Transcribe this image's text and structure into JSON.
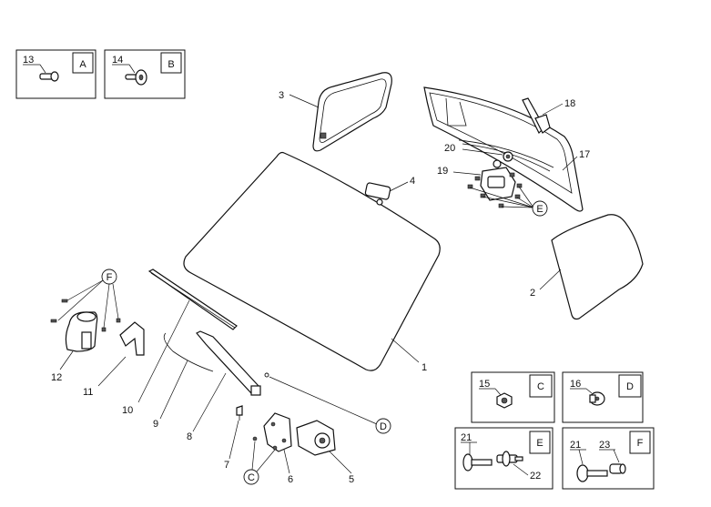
{
  "callouts": {
    "n1": "1",
    "n2": "2",
    "n3": "3",
    "n4": "4",
    "n5": "5",
    "n6": "6",
    "n7": "7",
    "n8": "8",
    "n9": "9",
    "n10": "10",
    "n11": "11",
    "n12": "12",
    "n13": "13",
    "n14": "14",
    "n15": "15",
    "n16": "16",
    "n17": "17",
    "n18": "18",
    "n19": "19",
    "n20": "20",
    "n21a": "21",
    "n21b": "21",
    "n22": "22",
    "n23": "23"
  },
  "letters": {
    "A": "A",
    "B": "B",
    "C": "C",
    "D": "D",
    "E": "E",
    "F": "F"
  }
}
